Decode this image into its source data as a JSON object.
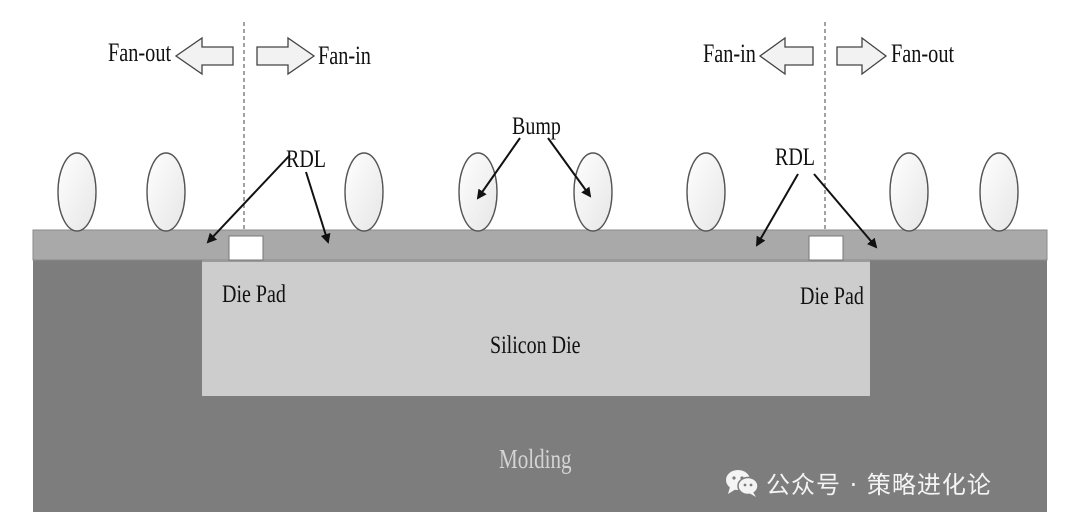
{
  "labels": {
    "fan_out_left": "Fan-out",
    "fan_in_left": "Fan-in",
    "fan_in_right": "Fan-in",
    "fan_out_right": "Fan-out",
    "rdl_left": "RDL",
    "rdl_right": "RDL",
    "bump": "Bump",
    "die_pad_left": "Die Pad",
    "die_pad_right": "Die Pad",
    "silicon_die": "Silicon Die",
    "molding": "Molding"
  },
  "watermark": {
    "icon": "wechat-icon",
    "text": "公众号 · 策略进化论"
  },
  "colors": {
    "molding": "#7d7d7d",
    "rdl_layer": "#a9a9a9",
    "silicon_die": "#cdcdcd",
    "die_pad": "#ffffff",
    "bump_fill": "#f7f7f7",
    "arrow_fill": "#f2f2f2"
  }
}
